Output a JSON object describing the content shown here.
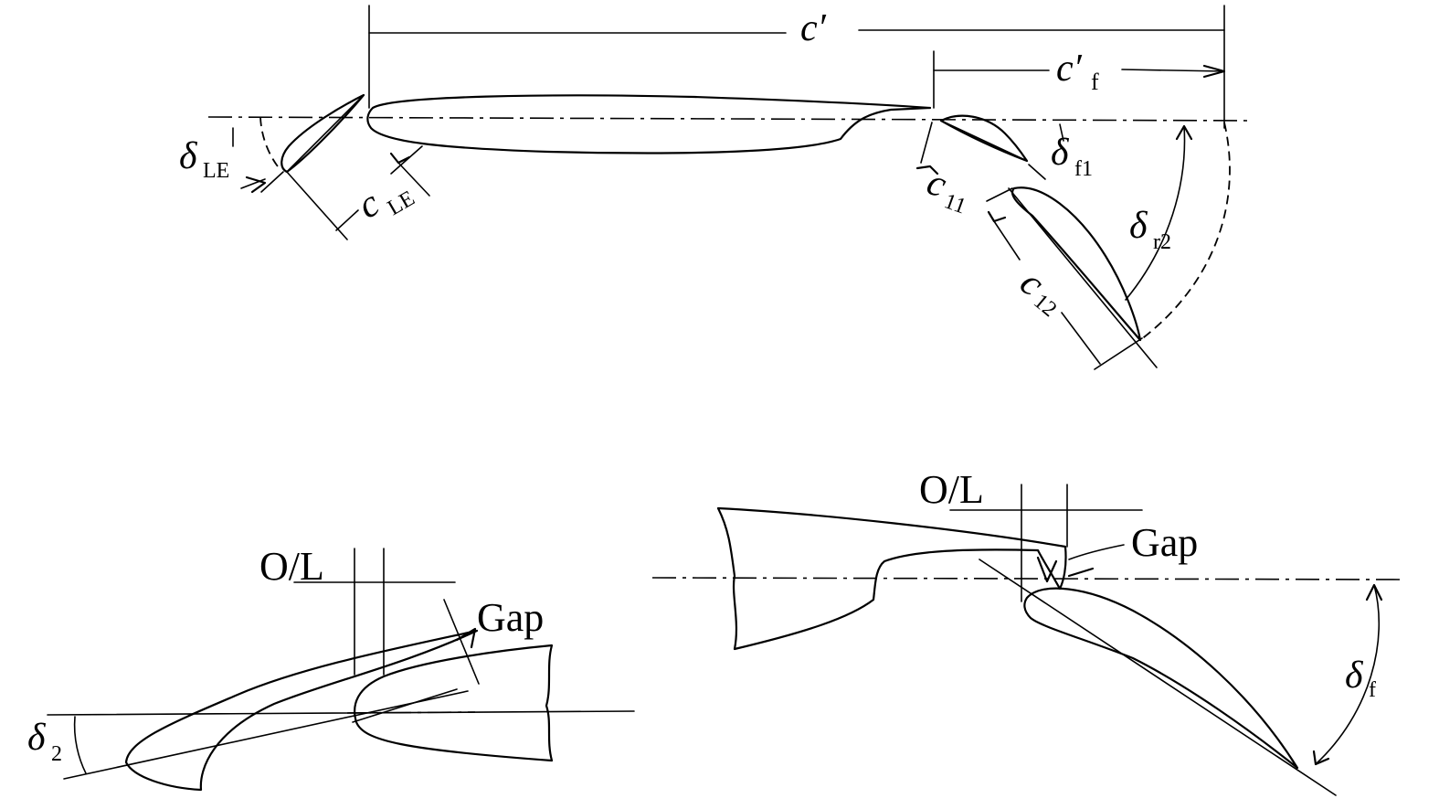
{
  "labels": {
    "c_prime": "c′",
    "c_prime_f": "c′",
    "c_prime_f_sub": "f",
    "delta_LE": "δ",
    "delta_LE_sub": "LE",
    "c_LE": "c",
    "c_LE_sub": "LE",
    "c_11": "c",
    "c_11_sub": "11",
    "delta_f1": "δ",
    "delta_f1_sub": "f1",
    "delta_r2": "δ",
    "delta_r2_sub": "r2",
    "c_12": "c",
    "c_12_sub": "12",
    "ol_left": "O/L",
    "gap_left": "Gap",
    "delta_2": "δ",
    "delta_2_sub": "2",
    "ol_right": "O/L",
    "gap_right": "Gap",
    "delta_f": "δ",
    "delta_f_sub": "f"
  }
}
